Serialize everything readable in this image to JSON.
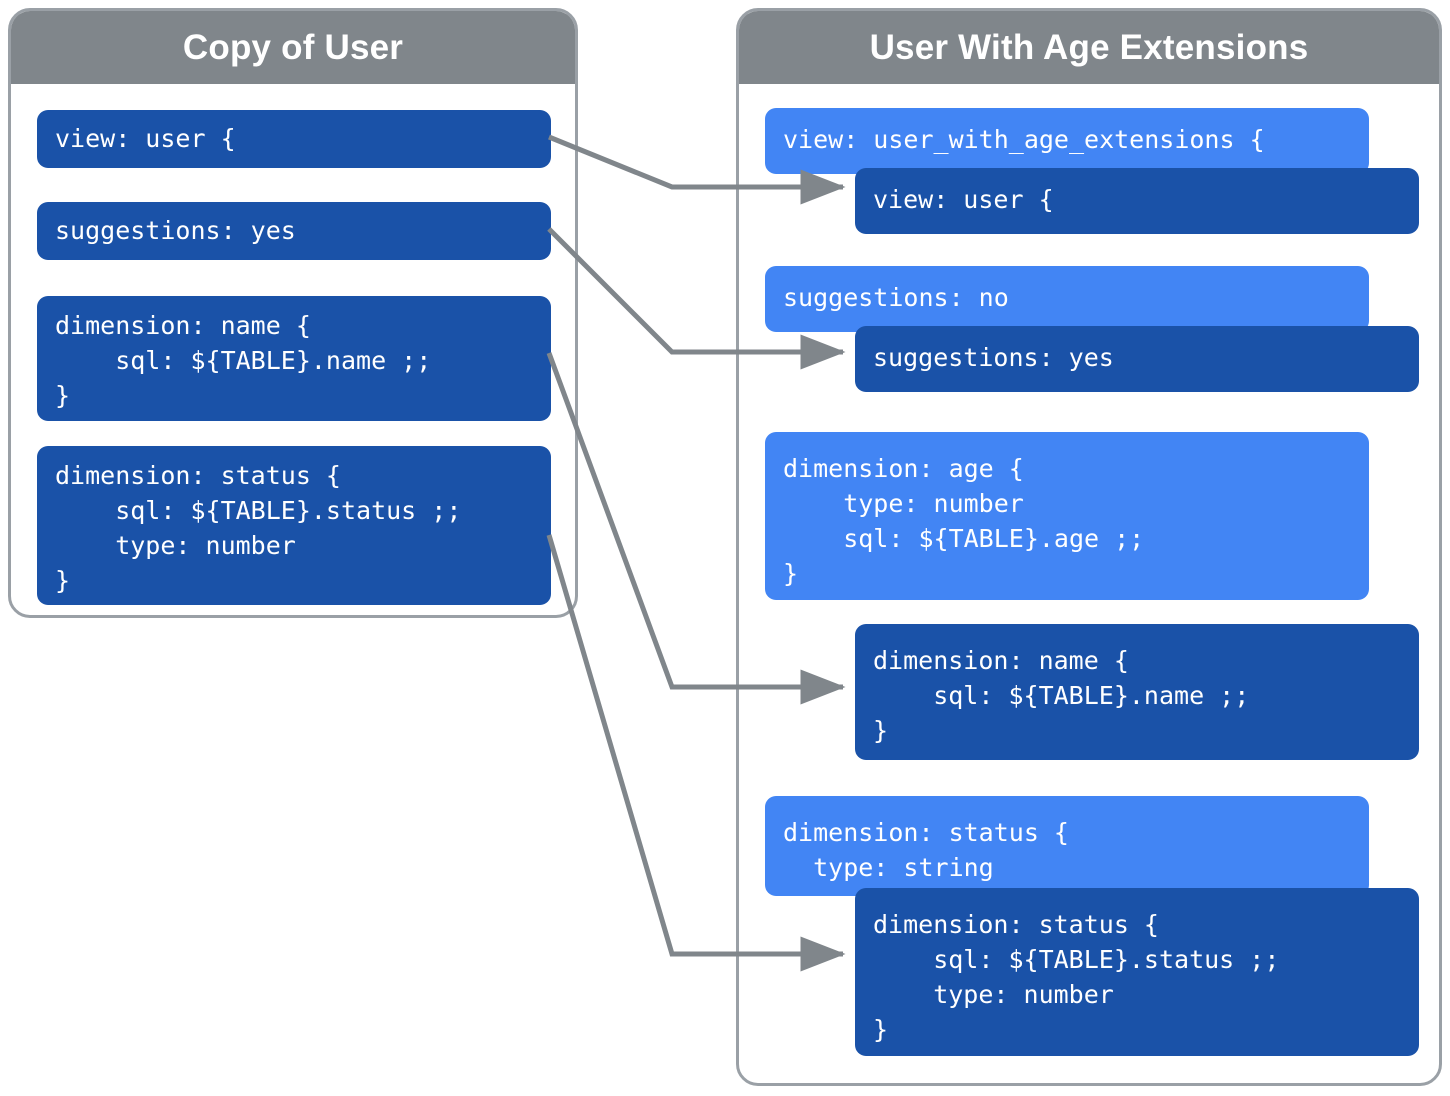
{
  "left_panel": {
    "title": "Copy of User",
    "blocks": [
      {
        "name": "view",
        "text": "view: user {"
      },
      {
        "name": "suggestions",
        "text": "suggestions: yes"
      },
      {
        "name": "dimension-name",
        "text": "dimension: name {\n    sql: ${TABLE}.name ;;\n}"
      },
      {
        "name": "dimension-status",
        "text": "dimension: status {\n    sql: ${TABLE}.status ;;\n    type: number\n}"
      }
    ]
  },
  "right_panel": {
    "title": "User With Age Extensions",
    "blocks": [
      {
        "name": "view-extension",
        "text": "view: user_with_age_extensions {"
      },
      {
        "name": "view-inherited",
        "text": "view: user {"
      },
      {
        "name": "suggestions-extension",
        "text": "suggestions: no"
      },
      {
        "name": "suggestions-inherited",
        "text": "suggestions: yes"
      },
      {
        "name": "dimension-age-extension",
        "text": "dimension: age {\n    type: number\n    sql: ${TABLE}.age ;;\n}"
      },
      {
        "name": "dimension-name-inherited",
        "text": "dimension: name {\n    sql: ${TABLE}.name ;;\n}"
      },
      {
        "name": "dimension-status-extension",
        "text": "dimension: status {\n  type: string"
      },
      {
        "name": "dimension-status-inherited",
        "text": "dimension: status {\n    sql: ${TABLE}.status ;;\n    type: number\n}"
      }
    ]
  },
  "colors": {
    "override": "#4285f4",
    "inherited": "#1a52a8",
    "header": "#80868b",
    "panel_border": "#9aa0a6",
    "connector": "#80868b"
  },
  "connectors": [
    {
      "name": "view-connector",
      "from": "view",
      "to": "view-inherited"
    },
    {
      "name": "suggestions-connector",
      "from": "suggestions",
      "to": "suggestions-inherited"
    },
    {
      "name": "name-connector",
      "from": "dimension-name",
      "to": "dimension-name-inherited"
    },
    {
      "name": "status-connector",
      "from": "dimension-status",
      "to": "dimension-status-inherited"
    }
  ]
}
